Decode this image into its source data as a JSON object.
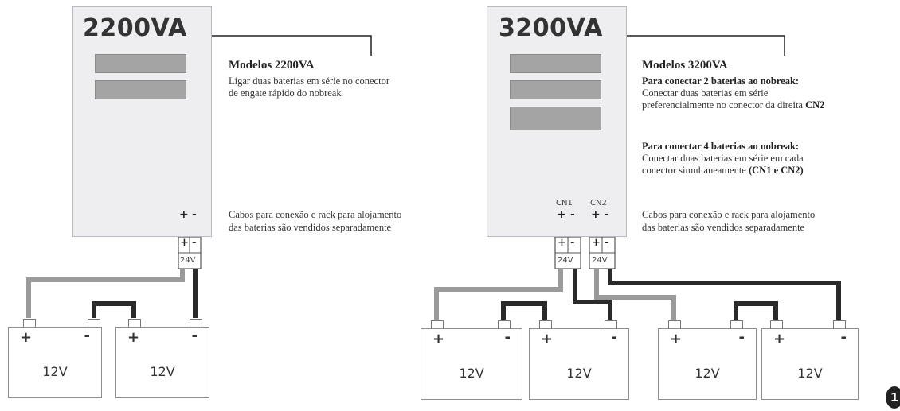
{
  "left": {
    "ups_label": "2200VA",
    "title": "Modelos 2200VA",
    "desc_line1": "Ligar duas baterias em série no conector",
    "desc_line2": "de engate rápido do nobreak",
    "cables_line1": "Cabos para conexão e rack para alojamento",
    "cables_line2": "das baterias são vendidos separadamente",
    "connector_voltage": "24V",
    "batteries": [
      {
        "label": "12V",
        "pos": "+",
        "neg": "-"
      },
      {
        "label": "12V",
        "pos": "+",
        "neg": "-"
      }
    ]
  },
  "right": {
    "ups_label": "3200VA",
    "title": "Modelos 3200VA",
    "sub1_title": "Para conectar 2 baterias ao nobreak:",
    "sub1_line1": "Conectar duas baterias em série",
    "sub1_line2": "preferencialmente no conector da direita",
    "sub1_line2_bold": "CN2",
    "sub2_title": "Para conectar 4 baterias ao nobreak:",
    "sub2_line1": "Conectar duas baterias em série em cada",
    "sub2_line2": "conector simultaneamente",
    "sub2_line2_bold": "(CN1 e CN2)",
    "cables_line1": "Cabos para conexão e rack para alojamento",
    "cables_line2": "das baterias são vendidos separadamente",
    "connectors": [
      {
        "name": "CN1",
        "voltage": "24V"
      },
      {
        "name": "CN2",
        "voltage": "24V"
      }
    ],
    "batteries": [
      {
        "label": "12V",
        "pos": "+",
        "neg": "-"
      },
      {
        "label": "12V",
        "pos": "+",
        "neg": "-"
      },
      {
        "label": "12V",
        "pos": "+",
        "neg": "-"
      },
      {
        "label": "12V",
        "pos": "+",
        "neg": "-"
      }
    ]
  },
  "terminal_signs": {
    "plus": "+",
    "minus": "-"
  },
  "page_number": "1",
  "colors": {
    "positive_wire": "#9a9a9a",
    "negative_wire": "#2a2a2a",
    "ups_body": "#eeeef0",
    "vent": "#a4a4a4"
  }
}
